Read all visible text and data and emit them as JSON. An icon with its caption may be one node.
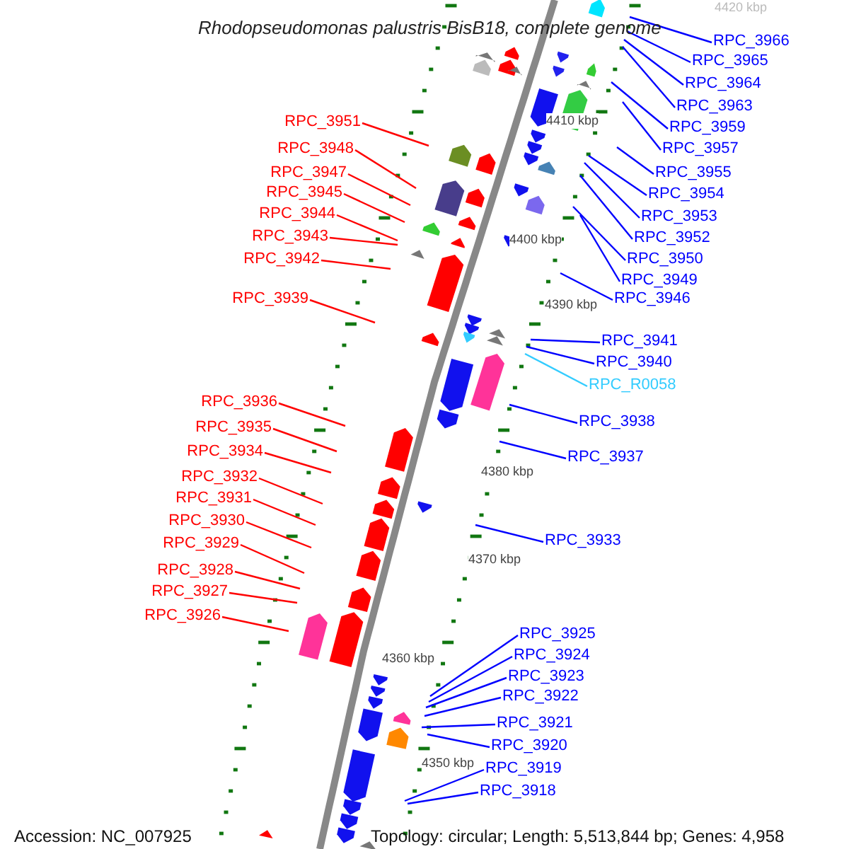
{
  "diagram": {
    "title": "Rhodopseudomonas palustris BisB18, complete genome",
    "nodes": [
      {
        "text": [
          "RPC_3966"
        ]
      },
      {
        "text": [
          "RPC_3965"
        ]
      },
      {
        "text": [
          "RPC_3964"
        ]
      },
      {
        "text": [
          "RPC_3963"
        ]
      },
      {
        "text": [
          "RPC_3959"
        ]
      },
      {
        "text": [
          "RPC_3957"
        ]
      },
      {
        "text": [
          "RPC_3955"
        ]
      },
      {
        "text": [
          "RPC_3954"
        ]
      },
      {
        "text": [
          "RPC_3953"
        ]
      },
      {
        "text": [
          "RPC_3952"
        ]
      },
      {
        "text": [
          "RPC_3950"
        ]
      },
      {
        "text": [
          "RPC_3949"
        ]
      },
      {
        "text": [
          "RPC_3946"
        ]
      },
      {
        "text": [
          "RPC_3951"
        ]
      },
      {
        "text": [
          "RPC_3948"
        ]
      },
      {
        "text": [
          "RPC_3947"
        ]
      },
      {
        "text": [
          "RPC_3945"
        ]
      },
      {
        "text": [
          "RPC_3944"
        ]
      },
      {
        "text": [
          "RPC_3943"
        ]
      },
      {
        "text": [
          "RPC_3942"
        ]
      },
      {
        "text": [
          "RPC_3939"
        ]
      },
      {
        "text": [
          "RPC_3941"
        ]
      },
      {
        "text": [
          "RPC_3940"
        ]
      },
      {
        "text": [
          "RPC_R0058"
        ]
      },
      {
        "text": [
          "RPC_3938"
        ]
      },
      {
        "text": [
          "RPC_3937"
        ]
      },
      {
        "text": [
          "RPC_3936"
        ]
      },
      {
        "text": [
          "RPC_3935"
        ]
      },
      {
        "text": [
          "RPC_3934"
        ]
      },
      {
        "text": [
          "RPC_3932"
        ]
      },
      {
        "text": [
          "RPC_3931"
        ]
      },
      {
        "text": [
          "RPC_3930"
        ]
      },
      {
        "text": [
          "RPC_3929"
        ]
      },
      {
        "text": [
          "RPC_3928"
        ]
      },
      {
        "text": [
          "RPC_3927"
        ]
      },
      {
        "text": [
          "RPC_3926"
        ]
      },
      {
        "text": [
          "RPC_3933"
        ]
      },
      {
        "text": [
          "RPC_3925"
        ]
      },
      {
        "text": [
          "RPC_3924"
        ]
      },
      {
        "text": [
          "RPC_3923"
        ]
      },
      {
        "text": [
          "RPC_3922"
        ]
      },
      {
        "text": [
          "RPC_3921"
        ]
      },
      {
        "text": [
          "RPC_3920"
        ]
      },
      {
        "text": [
          "RPC_3919"
        ]
      },
      {
        "text": [
          "RPC_3918"
        ]
      }
    ],
    "edges": [
      {
        "from": 0,
        "to": null,
        "arrow": "none"
      },
      {
        "from": 1,
        "to": null,
        "arrow": "none"
      },
      {
        "from": 2,
        "to": null,
        "arrow": "none"
      },
      {
        "from": 3,
        "to": null,
        "arrow": "none"
      },
      {
        "from": 4,
        "to": null,
        "arrow": "none"
      },
      {
        "from": 5,
        "to": null,
        "arrow": "none"
      },
      {
        "from": 6,
        "to": null,
        "arrow": "none"
      },
      {
        "from": 7,
        "to": null,
        "arrow": "none"
      },
      {
        "from": 8,
        "to": null,
        "arrow": "none"
      },
      {
        "from": 9,
        "to": null,
        "arrow": "none"
      },
      {
        "from": 10,
        "to": null,
        "arrow": "none"
      },
      {
        "from": 11,
        "to": null,
        "arrow": "none"
      },
      {
        "from": 12,
        "to": null,
        "arrow": "none"
      },
      {
        "from": 13,
        "to": null,
        "arrow": "none",
        "color": "#ff0000"
      },
      {
        "from": 14,
        "to": null,
        "arrow": "none",
        "color": "#ff0000"
      },
      {
        "from": 15,
        "to": null,
        "arrow": "none",
        "color": "#ff0000"
      },
      {
        "from": 16,
        "to": null,
        "arrow": "none",
        "color": "#ff0000"
      },
      {
        "from": 17,
        "to": null,
        "arrow": "none",
        "color": "#ff0000"
      },
      {
        "from": 18,
        "to": null,
        "arrow": "none",
        "color": "#ff0000"
      },
      {
        "from": 19,
        "to": null,
        "arrow": "none",
        "color": "#ff0000"
      },
      {
        "from": 20,
        "to": null,
        "arrow": "none",
        "color": "#ff0000"
      },
      {
        "from": 21,
        "to": null,
        "arrow": "none"
      },
      {
        "from": 22,
        "to": null,
        "arrow": "none"
      },
      {
        "from": 23,
        "to": null,
        "arrow": "none",
        "color": "#33ccff"
      },
      {
        "from": 24,
        "to": null,
        "arrow": "none"
      },
      {
        "from": 25,
        "to": null,
        "arrow": "none"
      },
      {
        "from": 26,
        "to": null,
        "arrow": "none",
        "color": "#ff0000"
      },
      {
        "from": 27,
        "to": null,
        "arrow": "none",
        "color": "#ff0000"
      },
      {
        "from": 28,
        "to": null,
        "arrow": "none",
        "color": "#ff0000"
      },
      {
        "from": 29,
        "to": null,
        "arrow": "none",
        "color": "#ff0000"
      },
      {
        "from": 30,
        "to": null,
        "arrow": "none",
        "color": "#ff0000"
      },
      {
        "from": 31,
        "to": null,
        "arrow": "none",
        "color": "#ff0000"
      },
      {
        "from": 32,
        "to": null,
        "arrow": "none",
        "color": "#ff0000"
      },
      {
        "from": 33,
        "to": null,
        "arrow": "none",
        "color": "#ff0000"
      },
      {
        "from": 34,
        "to": null,
        "arrow": "none",
        "color": "#ff0000"
      },
      {
        "from": 35,
        "to": null,
        "arrow": "none",
        "color": "#ff0000"
      },
      {
        "from": 36,
        "to": null,
        "arrow": "none"
      },
      {
        "from": 37,
        "to": null,
        "arrow": "none"
      },
      {
        "from": 38,
        "to": null,
        "arrow": "none"
      },
      {
        "from": 39,
        "to": null,
        "arrow": "none"
      },
      {
        "from": 40,
        "to": null,
        "arrow": "none"
      },
      {
        "from": 41,
        "to": null,
        "arrow": "none"
      },
      {
        "from": 42,
        "to": null,
        "arrow": "none"
      },
      {
        "from": 43,
        "to": null,
        "arrow": "none"
      },
      {
        "from": 44,
        "to": null,
        "arrow": "none"
      }
    ],
    "labels": [
      "4420 kbp",
      "4410 kbp",
      "4400 kbp",
      "4390 kbp",
      "4380 kbp",
      "4370 kbp",
      "4360 kbp",
      "4350 kbp",
      "Accession: NC_007925",
      "Topology: circular; Length: 5,513,844 bp; Genes: 4,958"
    ]
  }
}
